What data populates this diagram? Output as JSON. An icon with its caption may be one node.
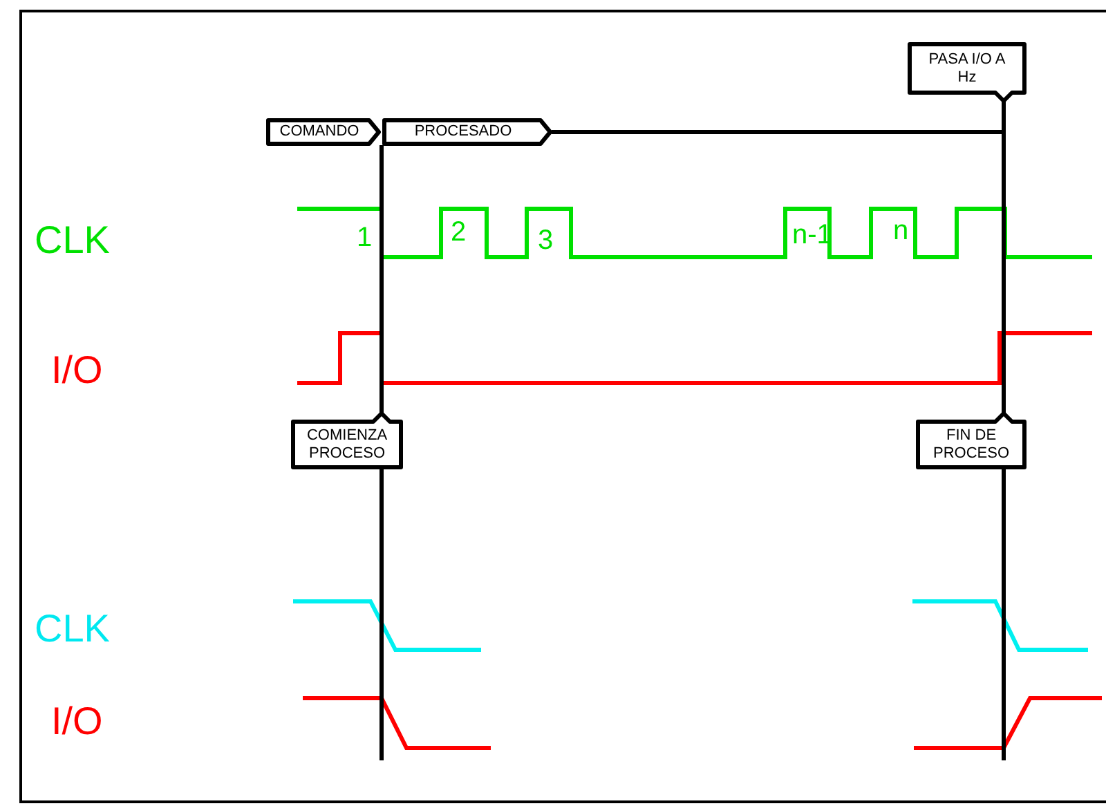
{
  "diagram": {
    "nodes": [
      {
        "text": [
          "COMANDO"
        ]
      },
      {
        "text": [
          "PROCESADO"
        ]
      },
      {
        "text": [
          "PASA I/O A Hz"
        ]
      },
      {
        "text": [
          "COMIENZA PROCESO"
        ]
      },
      {
        "text": [
          "FIN DE PROCESO"
        ]
      }
    ],
    "edges": [
      {
        "from": 1,
        "to": 2,
        "arrow": "none"
      }
    ],
    "labels": [
      "CLK",
      "1",
      "2",
      "3",
      "n-1",
      "n",
      "I/O",
      "CLK",
      "I/O"
    ]
  }
}
